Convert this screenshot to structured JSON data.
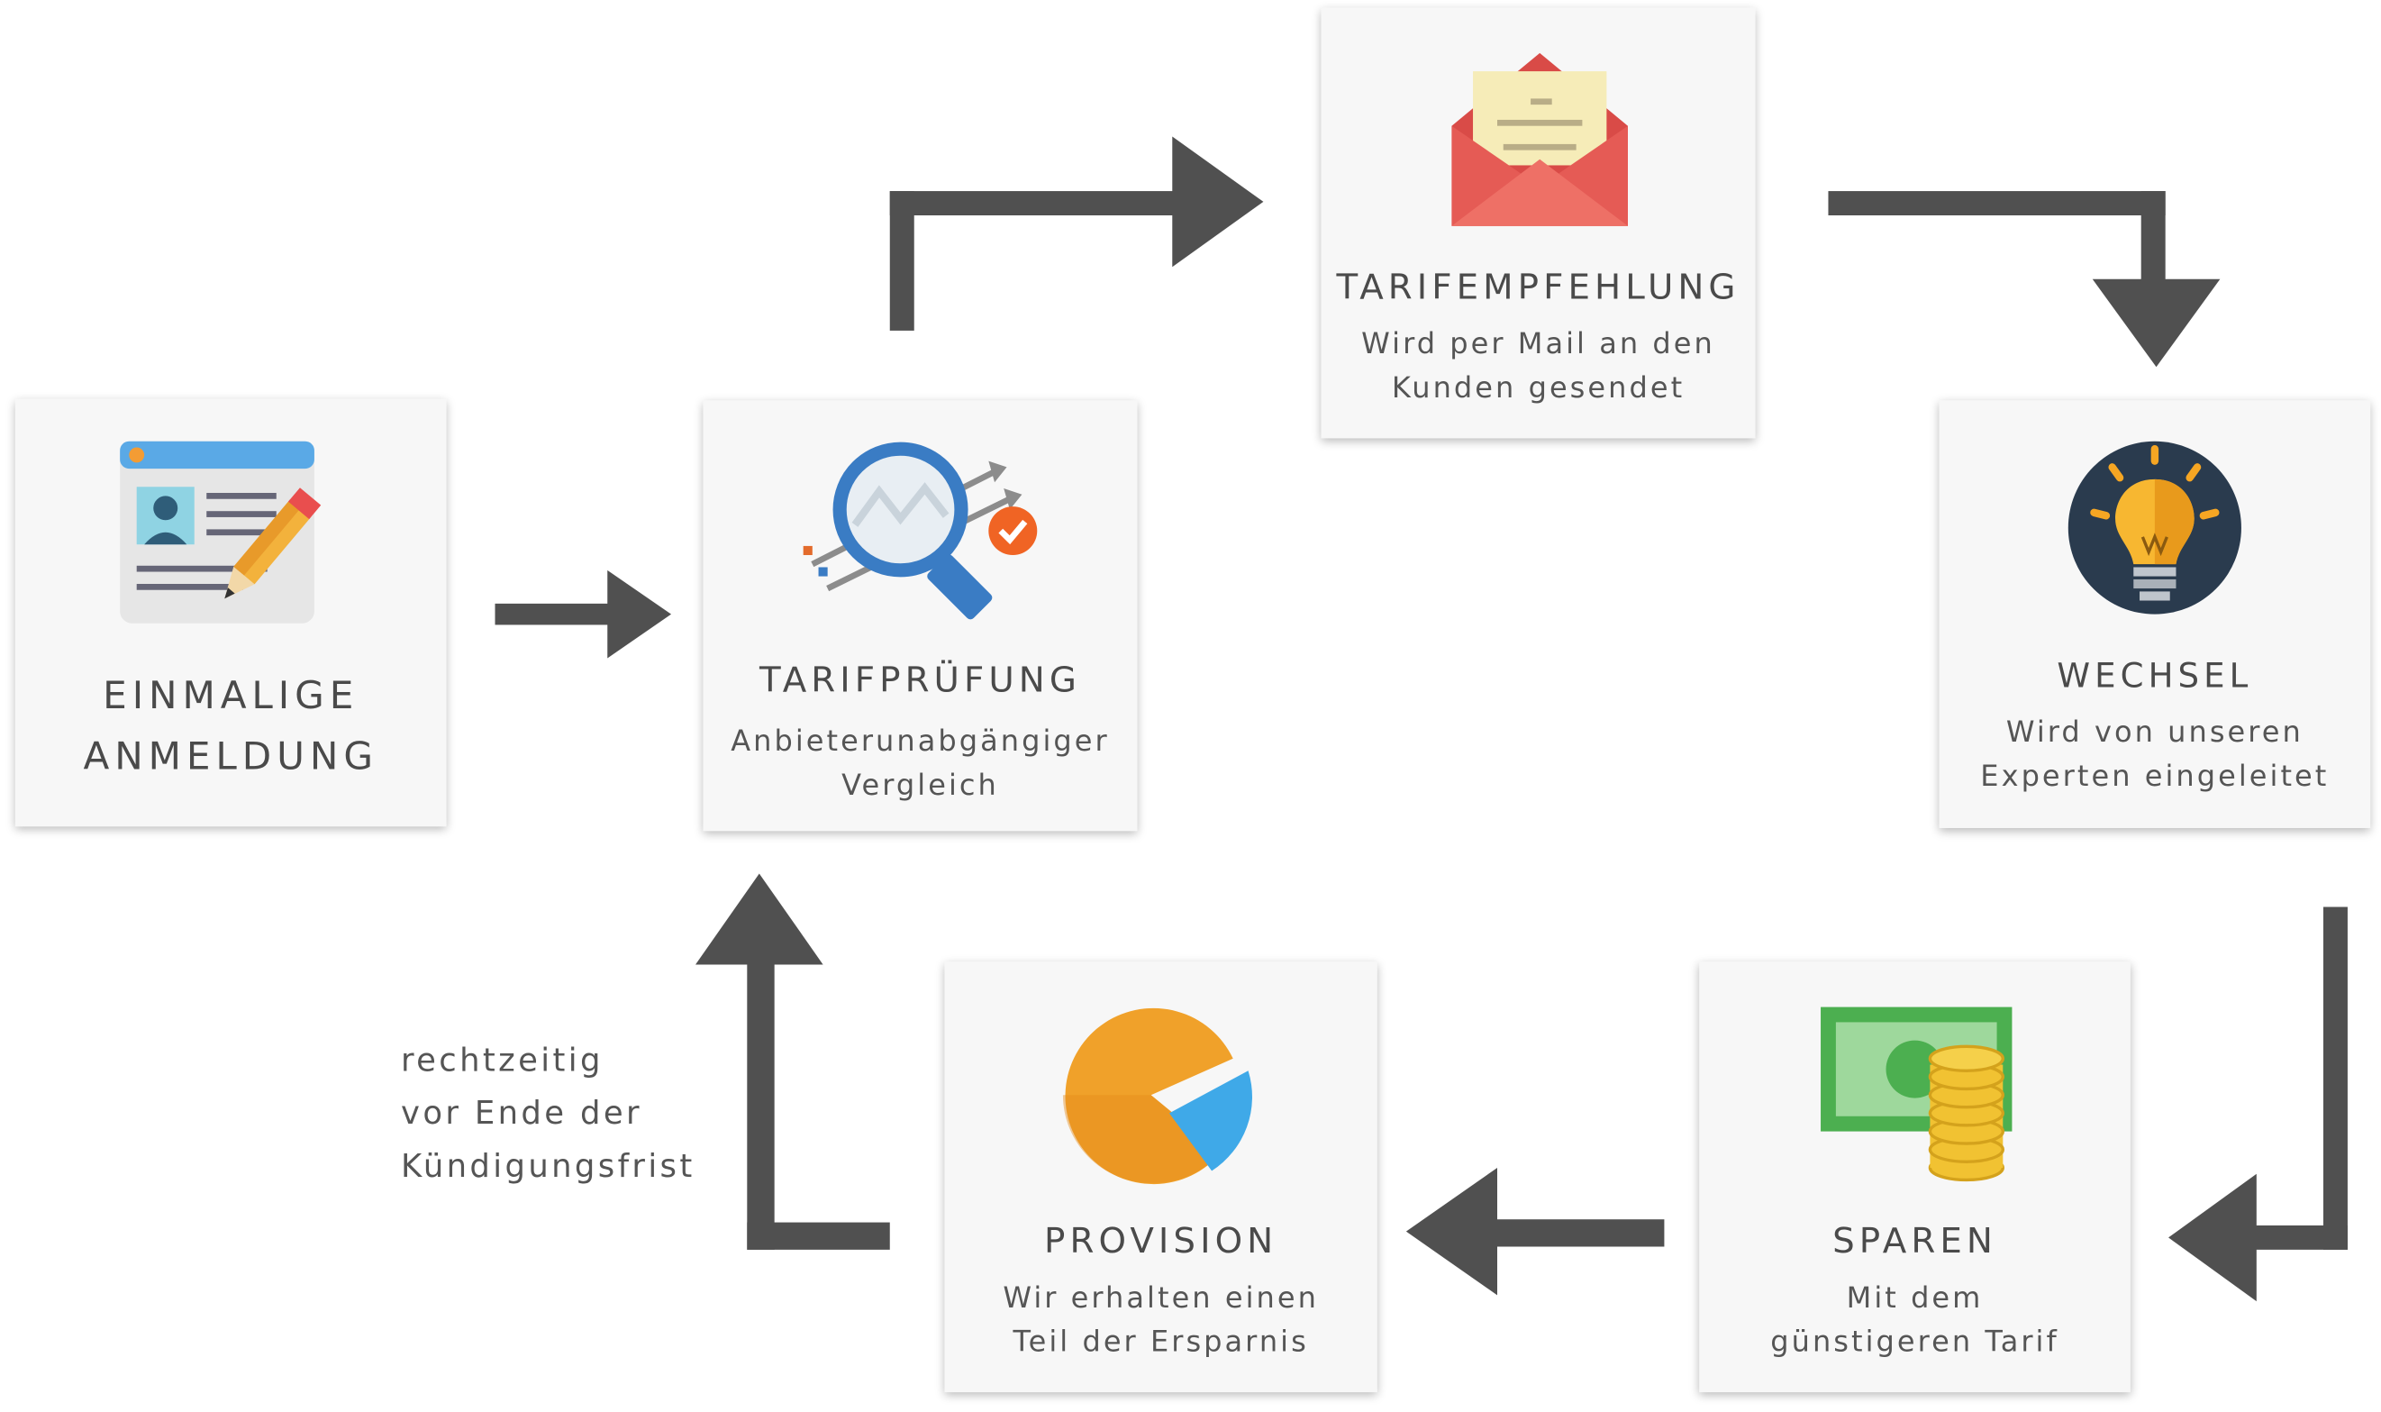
{
  "steps": [
    {
      "title": "EINMALIGE\nANMELDUNG",
      "icon": "registration-form-icon"
    },
    {
      "title": "TARIFPRÜFUNG",
      "desc": "Anbieterunabgängiger\nVergleich",
      "icon": "magnifier-chart-icon"
    },
    {
      "title": "TARIFEMPFEHLUNG",
      "desc": "Wird per Mail an den\nKunden gesendet",
      "icon": "envelope-icon"
    },
    {
      "title": "WECHSEL",
      "desc": "Wird von unseren\nExperten eingeleitet",
      "icon": "lightbulb-icon"
    },
    {
      "title": "SPAREN",
      "desc": "Mit dem\ngünstigeren Tarif",
      "icon": "money-coins-icon"
    },
    {
      "title": "PROVISION",
      "desc": "Wir erhalten einen\nTeil der Ersparnis",
      "icon": "pie-chart-icon"
    }
  ],
  "note": "rechtzeitig\nvor Ende der\nKündigungsfrist",
  "colors": {
    "arrow": "#505050",
    "card": "#f7f7f7",
    "text": "#4a4a4a"
  }
}
